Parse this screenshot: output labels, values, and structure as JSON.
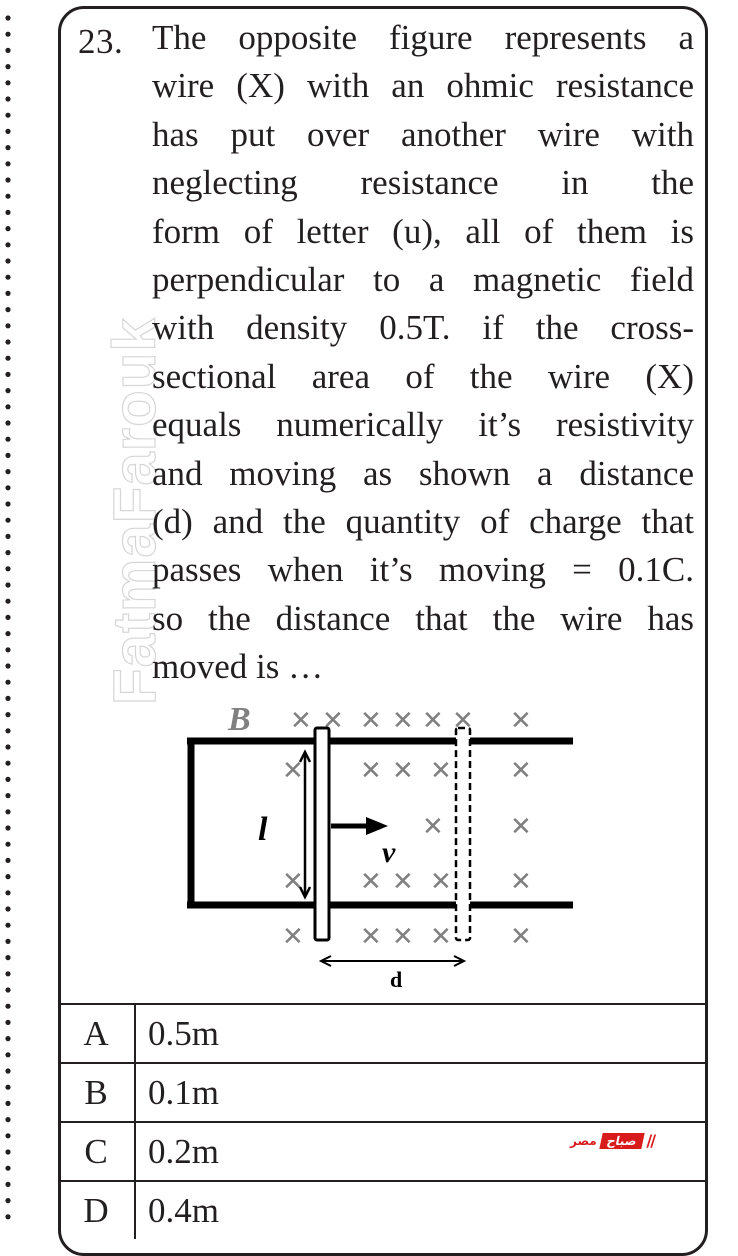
{
  "question": {
    "number": "23.",
    "lines": [
      "The opposite figure represents a",
      "wire (X) with an ohmic resistance",
      "has put over another wire with",
      "neglecting resistance in the",
      "form of letter (u), all of them is",
      "perpendicular to a magnetic field",
      "with density 0.5T. if the cross-",
      "sectional area of the wire (X)",
      "equals numerically it’s resistivity",
      "and moving as shown a distance",
      "(d) and the quantity of charge that",
      "passes when it’s moving = 0.1C.",
      "so the distance that the wire has",
      "moved is …"
    ]
  },
  "watermark": "FatmaFarouk",
  "figure": {
    "field_label": "B",
    "length_label": "l",
    "velocity_label": "v",
    "distance_label": "d",
    "cross_symbol": "✕",
    "line_color": "#000000",
    "cross_color": "#808080"
  },
  "choices": [
    {
      "letter": "A",
      "value": "0.5m"
    },
    {
      "letter": "B",
      "value": "0.1m"
    },
    {
      "letter": "C",
      "value": "0.2m"
    },
    {
      "letter": "D",
      "value": "0.4m"
    }
  ],
  "logo": {
    "word1": "مصر",
    "word2": "صباح"
  }
}
